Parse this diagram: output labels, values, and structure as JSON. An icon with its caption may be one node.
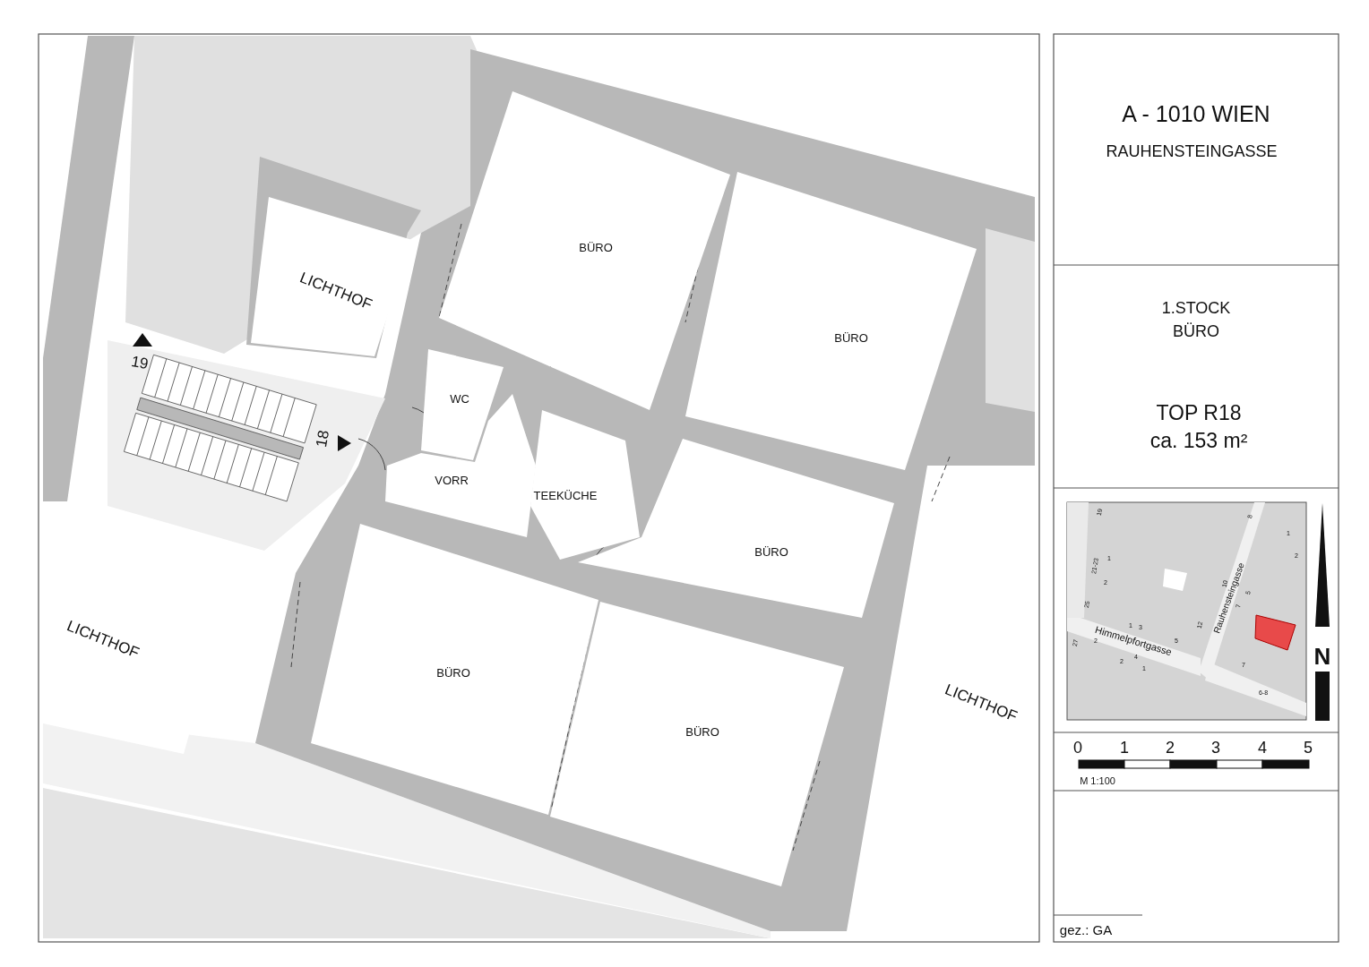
{
  "diagram": {
    "nodes": [
      {
        "text": [
          "LICHTHOF"
        ]
      },
      {
        "text": [
          "BÜRO"
        ]
      },
      {
        "text": [
          "BÜRO"
        ]
      },
      {
        "text": [
          "WC"
        ]
      },
      {
        "text": [
          "VORR"
        ]
      },
      {
        "text": [
          "TEEKÜCHE"
        ]
      },
      {
        "text": [
          "BÜRO"
        ]
      },
      {
        "text": [
          "LICHTHOF"
        ]
      },
      {
        "text": [
          "BÜRO"
        ]
      },
      {
        "text": [
          "BÜRO"
        ]
      },
      {
        "text": [
          "LICHTHOF"
        ]
      }
    ],
    "labels": [
      "A - 1010 WIEN",
      "RAUHENSTEINGASSE",
      "1.STOCK",
      "BÜRO",
      "TOP R18",
      "ca. 153 m²",
      "19",
      "18",
      "19",
      "8",
      "1",
      "21-23",
      "1",
      "2",
      "2",
      "10",
      "5",
      "25",
      "7",
      "Rauhensteingasse",
      "1",
      "3",
      "12",
      "Himmelpfortgasse",
      "5",
      "27",
      "2",
      "4",
      "2",
      "1",
      "7",
      "6-8",
      "N",
      "0",
      "1",
      "2",
      "3",
      "4",
      "5",
      "M 1:100",
      "gez.: GA"
    ]
  }
}
